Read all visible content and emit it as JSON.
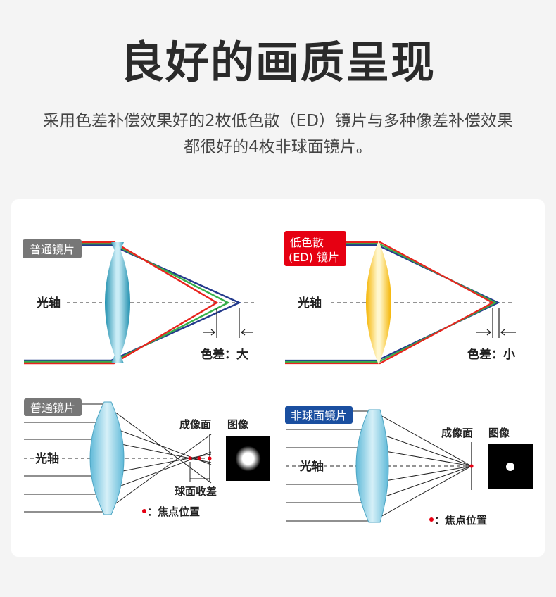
{
  "header": {
    "title": "良好的画质呈现",
    "subtitle_line1": "采用色差补偿效果好的2枚低色散（ED）镜片与多种像差补偿效果",
    "subtitle_line2": "都很好的4枚非球面镜片。"
  },
  "panels": {
    "ordinary_chromatic": {
      "badge": "普通镜片",
      "axis_label": "光轴",
      "aberration_label": "色差：大"
    },
    "ed_chromatic": {
      "badge_line1": "低色散",
      "badge_line2": "(ED) 镜片",
      "axis_label": "光轴",
      "aberration_label": "色差：小"
    },
    "ordinary_spherical": {
      "badge": "普通镜片",
      "axis_label": "光轴",
      "image_plane_label": "成像面",
      "image_label": "图像",
      "aberration_label": "球面收差",
      "focus_legend": "：焦点位置"
    },
    "aspherical": {
      "badge": "非球面镜片",
      "axis_label": "光轴",
      "image_plane_label": "成像面",
      "image_label": "图像",
      "focus_legend": "：焦点位置"
    }
  },
  "colors": {
    "badge_gray": "#777777",
    "badge_red": "#e60012",
    "badge_blue": "#1a4fa0",
    "ray_red": "#e8231d",
    "ray_green": "#36b04a",
    "ray_blue": "#233a8c",
    "ordinary_lens": "#4aa9c4",
    "ed_lens": "#f3c61b",
    "aspherical_lens": "#6fc0dc",
    "focus_dot": "#e60012"
  }
}
